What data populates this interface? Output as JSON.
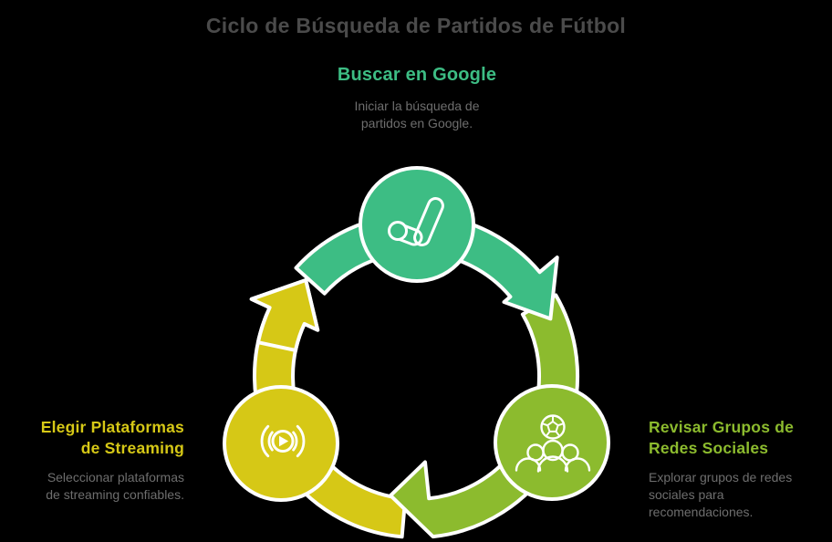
{
  "title": "Ciclo de Búsqueda de Partidos de Fútbol",
  "colors": {
    "green": "#3DBD84",
    "light_green": "#8CBB2E",
    "yellow": "#D6C816",
    "title_gray": "#4B4B4B",
    "desc_gray": "#6E6E6E",
    "white": "#FFFFFF",
    "background": "#000000"
  },
  "nodes": {
    "buscar": {
      "heading": "Buscar en Google",
      "description_lines": [
        "Iniciar la búsqueda de",
        "partidos en Google."
      ],
      "icon": "search-check-icon",
      "color": "#3DBD84"
    },
    "revisar": {
      "heading_lines": [
        "Revisar Grupos de",
        "Redes Sociales"
      ],
      "description_lines": [
        "Explorar grupos de redes",
        "sociales para",
        "recomendaciones."
      ],
      "icon": "soccer-group-icon",
      "color": "#8CBB2E"
    },
    "elegir": {
      "heading_lines": [
        "Elegir Plataformas",
        "de Streaming"
      ],
      "description_lines": [
        "Seleccionar plataformas",
        "de streaming confiables."
      ],
      "icon": "streaming-play-icon",
      "color": "#D6C816"
    }
  },
  "cycle": {
    "direction": "clockwise",
    "segments": [
      {
        "from": "buscar",
        "to": "revisar",
        "color": "#3DBD84"
      },
      {
        "from": "revisar",
        "to": "elegir",
        "color": "#8CBB2E"
      },
      {
        "from": "elegir",
        "to": "buscar",
        "color": "#D6C816"
      }
    ]
  }
}
